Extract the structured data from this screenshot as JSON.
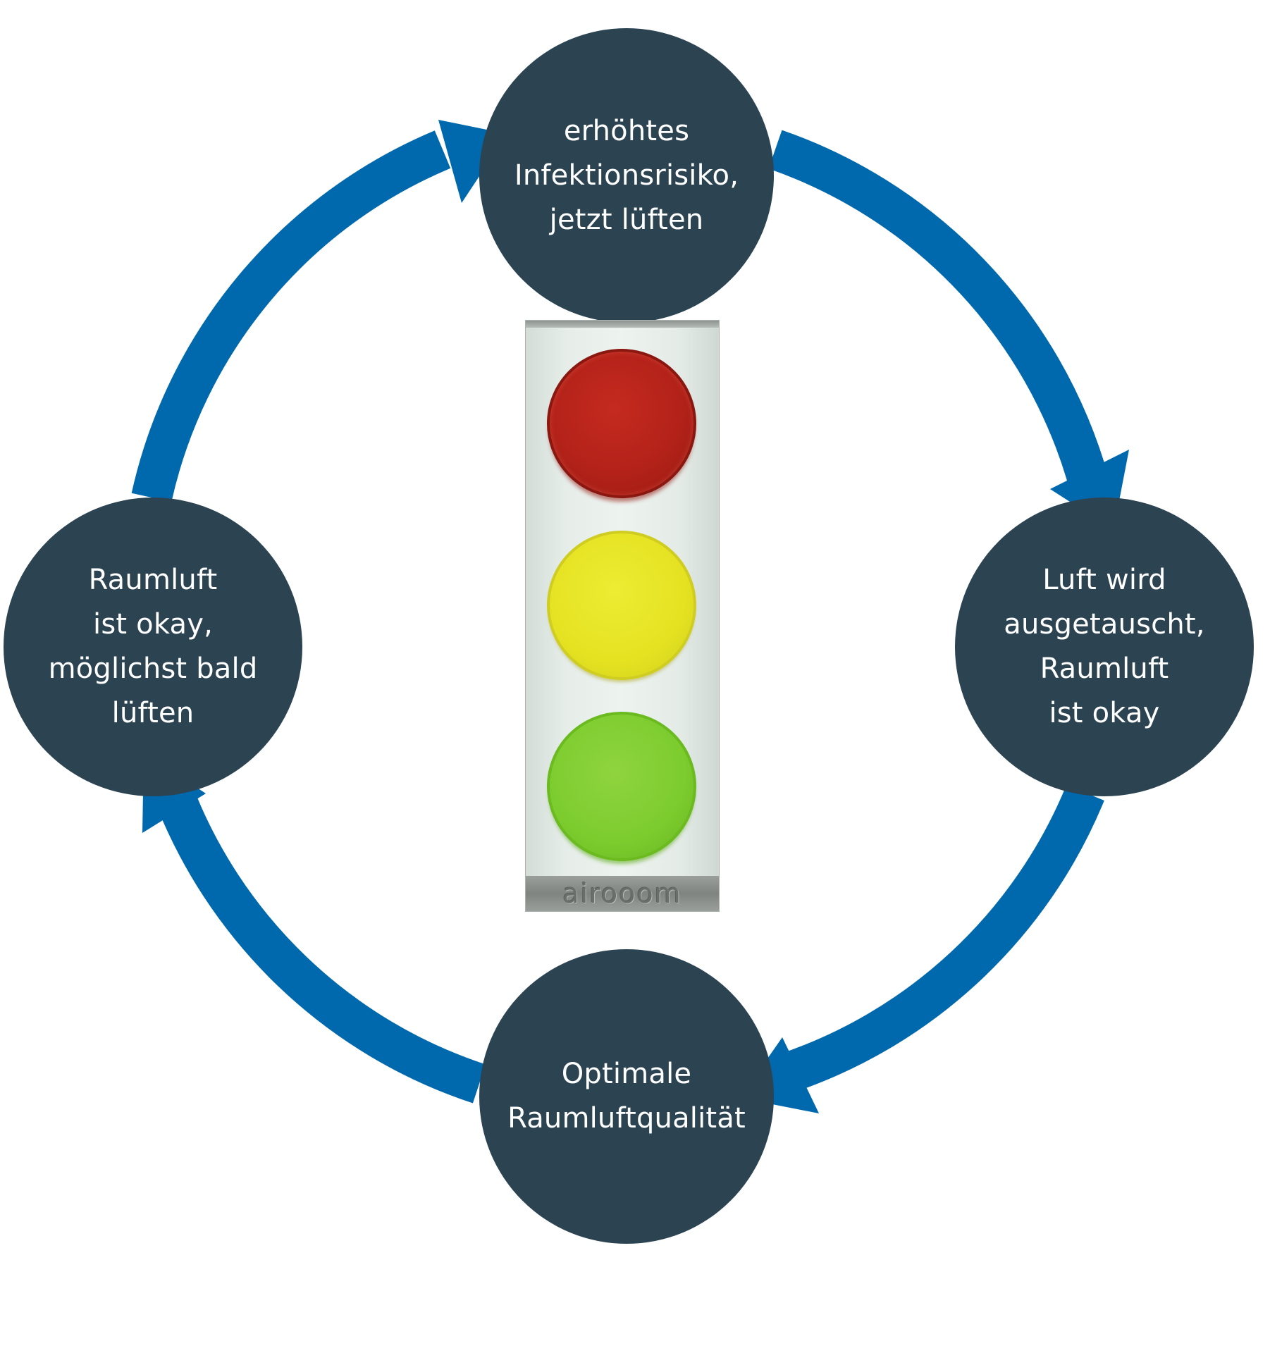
{
  "diagram": {
    "nodes": {
      "top": "erhöhtes\nInfektionsrisiko,\njetzt lüften",
      "right": "Luft wird\nausgetauscht,\nRaumluft\nist okay",
      "bottom": "Optimale\nRaumluftqualität",
      "left": "Raumluft\nist okay,\nmöglichst bald\nlüften"
    },
    "device": {
      "logo": "airooom"
    }
  },
  "colors": {
    "arrow": "#0068ad",
    "node_fill": "#2c4352",
    "node_text": "#ffffff",
    "lamp_red": "#b32219",
    "lamp_yellow": "#e4e221",
    "lamp_green": "#7ccc2e"
  }
}
